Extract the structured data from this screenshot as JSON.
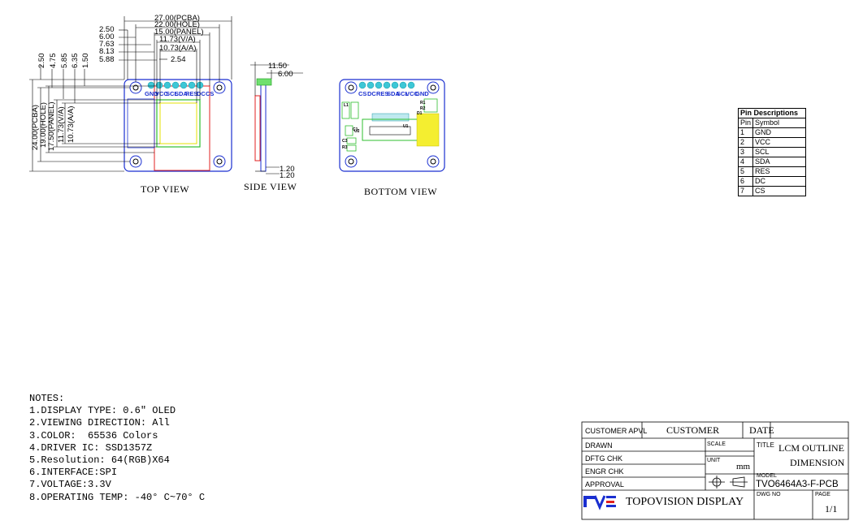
{
  "top_view": {
    "caption": "TOP VIEW",
    "horizontal_dims": [
      "27.00(PCBA)",
      "22.00(HOLE)",
      "15.00(PANEL)",
      "11.73(V/A)",
      "10.73(A/A)",
      "2.54"
    ],
    "left_dims": [
      "2.50",
      "6.00",
      "7.63",
      "8.13",
      "5.88"
    ],
    "vertical_dims": [
      "24.00(PCBA)",
      "19.00(HOLE)",
      "17.50(PANEL)",
      "11.73(V/A)",
      "10.73(A/A)"
    ],
    "vertical_small_dims": [
      "2.50",
      "4.75",
      "5.85",
      "6.35",
      "1.50"
    ],
    "pin_labels": [
      "GND",
      "VCC",
      "SCL",
      "SDA",
      "RES",
      "DC",
      "CS"
    ]
  },
  "side_view": {
    "caption": "SIDE VIEW",
    "dims": [
      "11.50",
      "6.00",
      "1.20",
      "1.20"
    ]
  },
  "bottom_view": {
    "caption": "BOTTOM VIEW",
    "pin_labels": [
      "CS",
      "DC",
      "RES",
      "SDA",
      "SCL",
      "VCC",
      "GND"
    ],
    "components": [
      "L1",
      "C1",
      "U2",
      "C3",
      "R3",
      "U1",
      "R1",
      "R2",
      "D1"
    ]
  },
  "pin_table": {
    "title": "Pin Descriptions",
    "headers": [
      "Pin",
      "Symbol"
    ],
    "rows": [
      [
        "1",
        "GND"
      ],
      [
        "2",
        "VCC"
      ],
      [
        "3",
        "SCL"
      ],
      [
        "4",
        "SDA"
      ],
      [
        "5",
        "RES"
      ],
      [
        "6",
        "DC"
      ],
      [
        "7",
        "CS"
      ]
    ]
  },
  "notes": {
    "title": "NOTES:",
    "items": [
      "1.DISPLAY TYPE: 0.6\" OLED",
      "2.VIEWING DIRECTION: All",
      "3.COLOR:  65536 Colors",
      "4.DRIVER IC: SSD1357Z",
      "5.Resolution: 64(RGB)X64",
      "6.INTERFACE:SPI",
      "7.VOLTAGE:3.3V",
      "8.OPERATING TEMP: -40° C~70° C"
    ]
  },
  "title_block": {
    "customer_apvl": "CUSTOMER APVL",
    "customer": "CUSTOMER",
    "date": "DATE",
    "drawn": "DRAWN",
    "dftg_chk": "DFTG CHK",
    "engr_chk": "ENGR CHK",
    "approval": "APPROVAL",
    "scale": "SCALE",
    "unit": "UNIT",
    "unit_value": "mm",
    "title_label": "TITLE",
    "title_line1": "LCM OUTLINE",
    "title_line2": "DIMENSION",
    "model_label": "MODEL",
    "model_value": "TVO6464A3-F-PCB",
    "dwg_no": "DWG NO",
    "page_label": "PAGE",
    "page_value": "1/1",
    "company_logo": "TVE",
    "company": "TOPOVISION DISPLAY"
  }
}
